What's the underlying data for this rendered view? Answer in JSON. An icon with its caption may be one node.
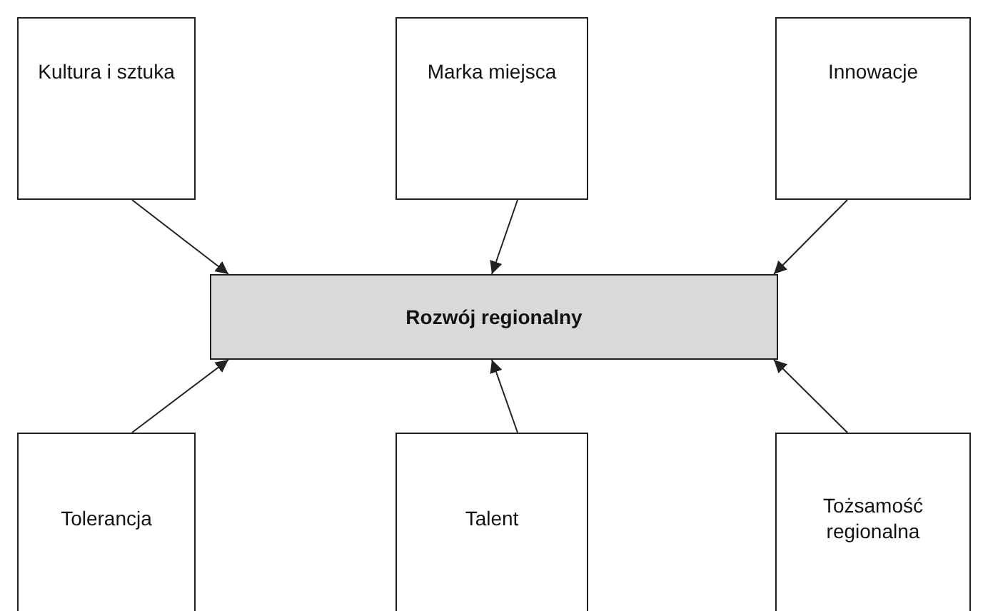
{
  "diagram": {
    "nodes": [
      {
        "text": [
          "Kultura i sztuka"
        ]
      },
      {
        "text": [
          "Marka miejsca"
        ]
      },
      {
        "text": [
          "Innowacje"
        ]
      },
      {
        "text": [
          "Rozwój regionalny"
        ]
      },
      {
        "text": [
          "Tolerancja"
        ]
      },
      {
        "text": [
          "Talent"
        ]
      },
      {
        "text": [
          "Tożsamość regionalna"
        ]
      }
    ],
    "edges": [
      {
        "from": 0,
        "to": 3,
        "arrow": "to"
      },
      {
        "from": 1,
        "to": 3,
        "arrow": "to"
      },
      {
        "from": 2,
        "to": 3,
        "arrow": "to"
      },
      {
        "from": 4,
        "to": 3,
        "arrow": "to"
      },
      {
        "from": 5,
        "to": 3,
        "arrow": "to"
      },
      {
        "from": 6,
        "to": 3,
        "arrow": "to"
      }
    ]
  }
}
